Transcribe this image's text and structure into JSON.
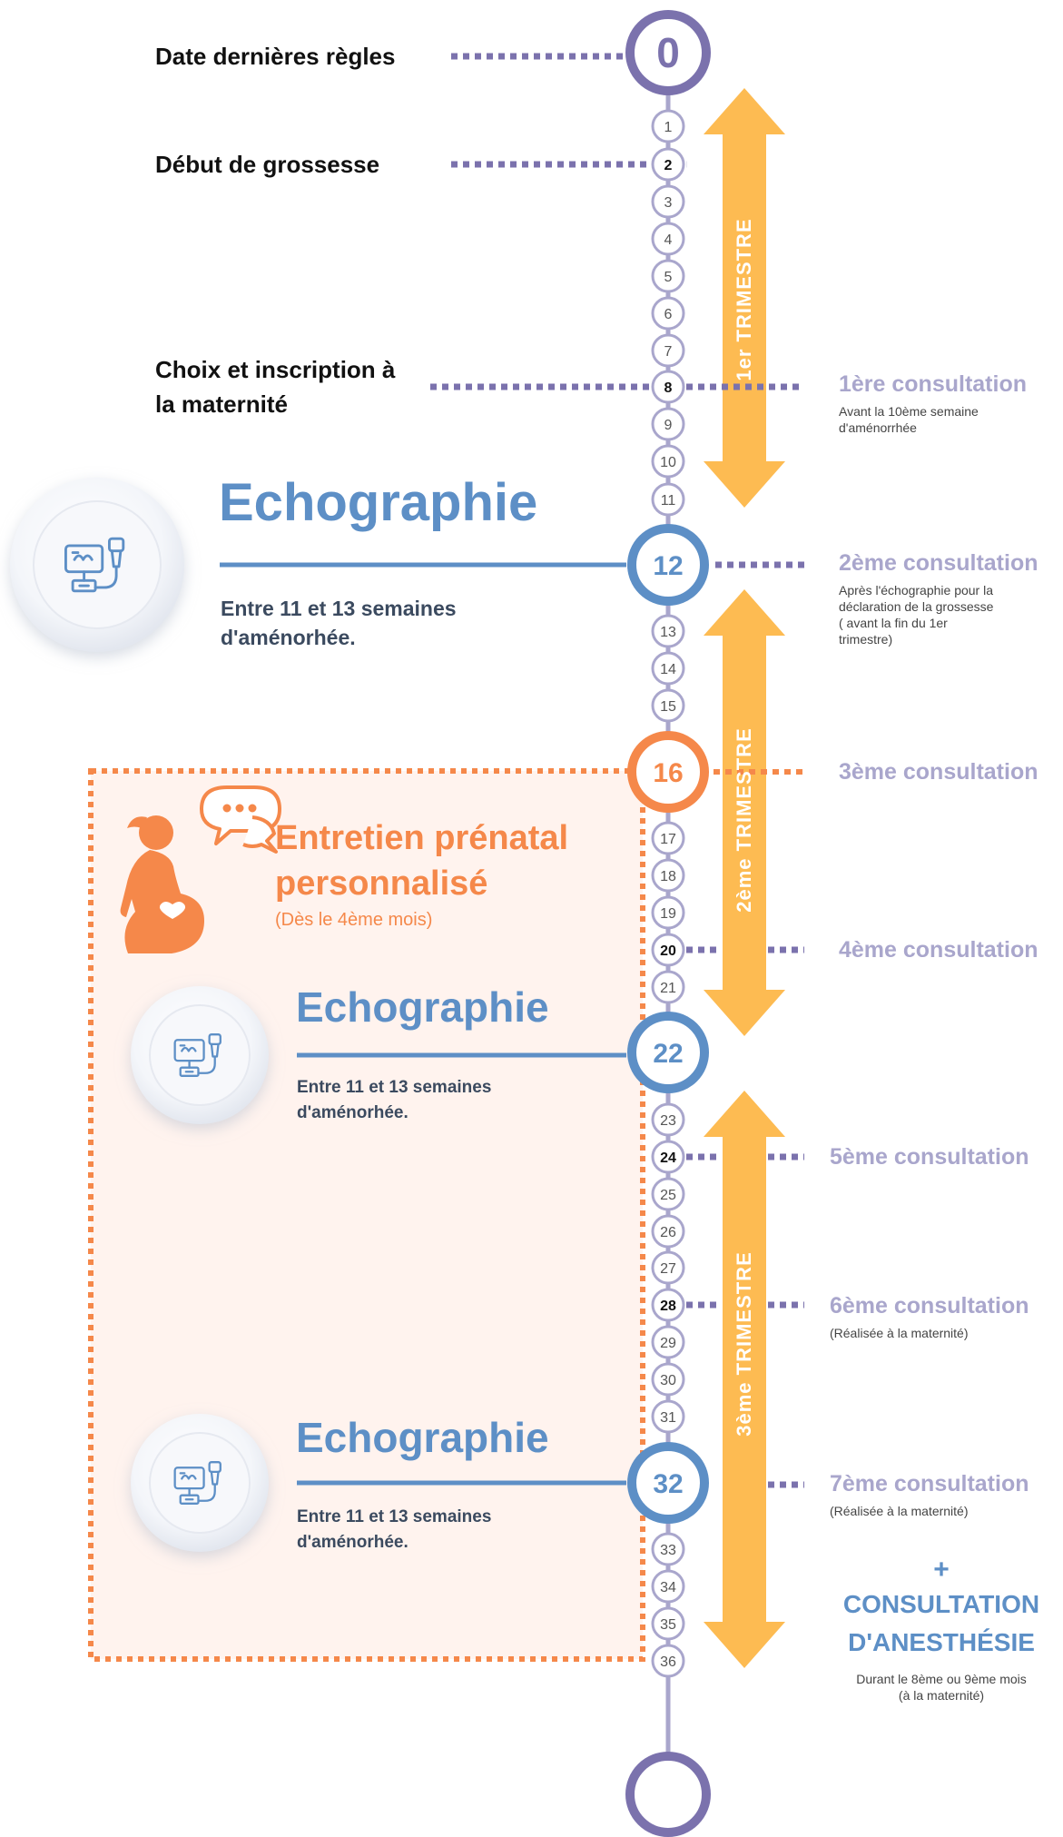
{
  "colors": {
    "timeline": "#a9a6cc",
    "timeline_dark": "#7b72ad",
    "trimester": "#fdbb52",
    "echo_blue": "#5d8fc6",
    "orange": "#f5884a",
    "box_bg": "#fff3ee"
  },
  "start_marker": "0",
  "weeks": [
    "1",
    "2",
    "3",
    "4",
    "5",
    "6",
    "7",
    "8",
    "9",
    "10",
    "11",
    "12",
    "13",
    "14",
    "15",
    "16",
    "17",
    "18",
    "19",
    "20",
    "21",
    "22",
    "23",
    "24",
    "25",
    "26",
    "27",
    "28",
    "29",
    "30",
    "31",
    "32",
    "33",
    "34",
    "35",
    "36"
  ],
  "left_events": {
    "lmp": "Date dernières règles",
    "pregnancy_start": "Début de grossesse",
    "maternity_line1": "Choix et inscription à",
    "maternity_line2": "la maternité"
  },
  "trimesters": {
    "first": "1er TRIMESTRE",
    "second": "2ème TRIMESTRE",
    "third": "3ème TRIMESTRE"
  },
  "consultations": {
    "c1": {
      "title": "1ère consultation",
      "note_line1": "Avant la 10ème semaine",
      "note_line2": "d'aménorrhée"
    },
    "c2": {
      "title": "2ème consultation",
      "note_line1": "Après l'échographie pour la",
      "note_line2": "déclaration de la grossesse",
      "note_line3": "( avant la fin du 1er",
      "note_line4": "trimestre)"
    },
    "c3": {
      "title": "3ème consultation"
    },
    "c4": {
      "title": "4ème consultation"
    },
    "c5": {
      "title": "5ème consultation"
    },
    "c6": {
      "title": "6ème consultation",
      "note": "(Réalisée à la maternité)"
    },
    "c7": {
      "title": "7ème consultation",
      "note": "(Réalisée à la maternité)"
    }
  },
  "anesthesia": {
    "plus": "+",
    "line1": "CONSULTATION",
    "line2": "D'ANESTHÉSIE",
    "note_line1": "Durant le 8ème ou 9ème mois",
    "note_line2": "(à la maternité)"
  },
  "echographies": [
    {
      "title": "Echographie",
      "desc_line1": "Entre 11 et 13 semaines",
      "desc_line2": "d'aménorhée."
    },
    {
      "title": "Echographie",
      "desc_line1": "Entre 11 et 13 semaines",
      "desc_line2": "d'aménorhée."
    },
    {
      "title": "Echographie",
      "desc_line1": "Entre 11 et 13 semaines",
      "desc_line2": "d'aménorhée."
    }
  ],
  "entretien": {
    "line1": "Entretien prénatal",
    "line2": "personnalisé",
    "sub": "(Dès le 4ème mois)"
  },
  "icons": {
    "echo": "ultrasound-machine-icon",
    "pregnant": "pregnant-woman-icon",
    "chat": "speech-bubble-icon"
  }
}
